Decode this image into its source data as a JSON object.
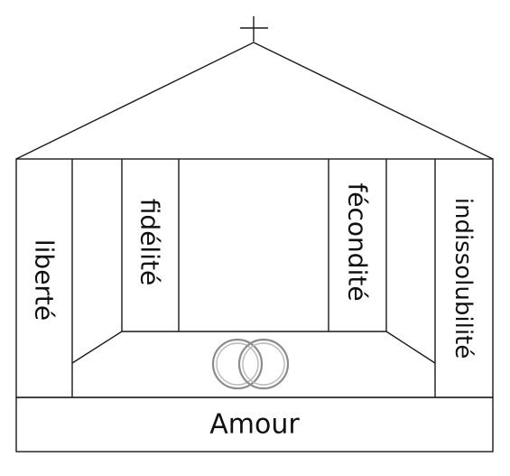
{
  "diagram": {
    "top_symbol": "+",
    "base_label": "Amour",
    "pillars": {
      "outer_left": "liberté",
      "inner_left": "fidélité",
      "inner_right": "fécondité",
      "outer_right": "indissolubilité"
    },
    "center_icon": "wedding-rings-icon",
    "colors": {
      "stroke": "#1a1a1a",
      "text": "#111111",
      "rings": "#8c8c8c",
      "background": "#ffffff"
    }
  }
}
